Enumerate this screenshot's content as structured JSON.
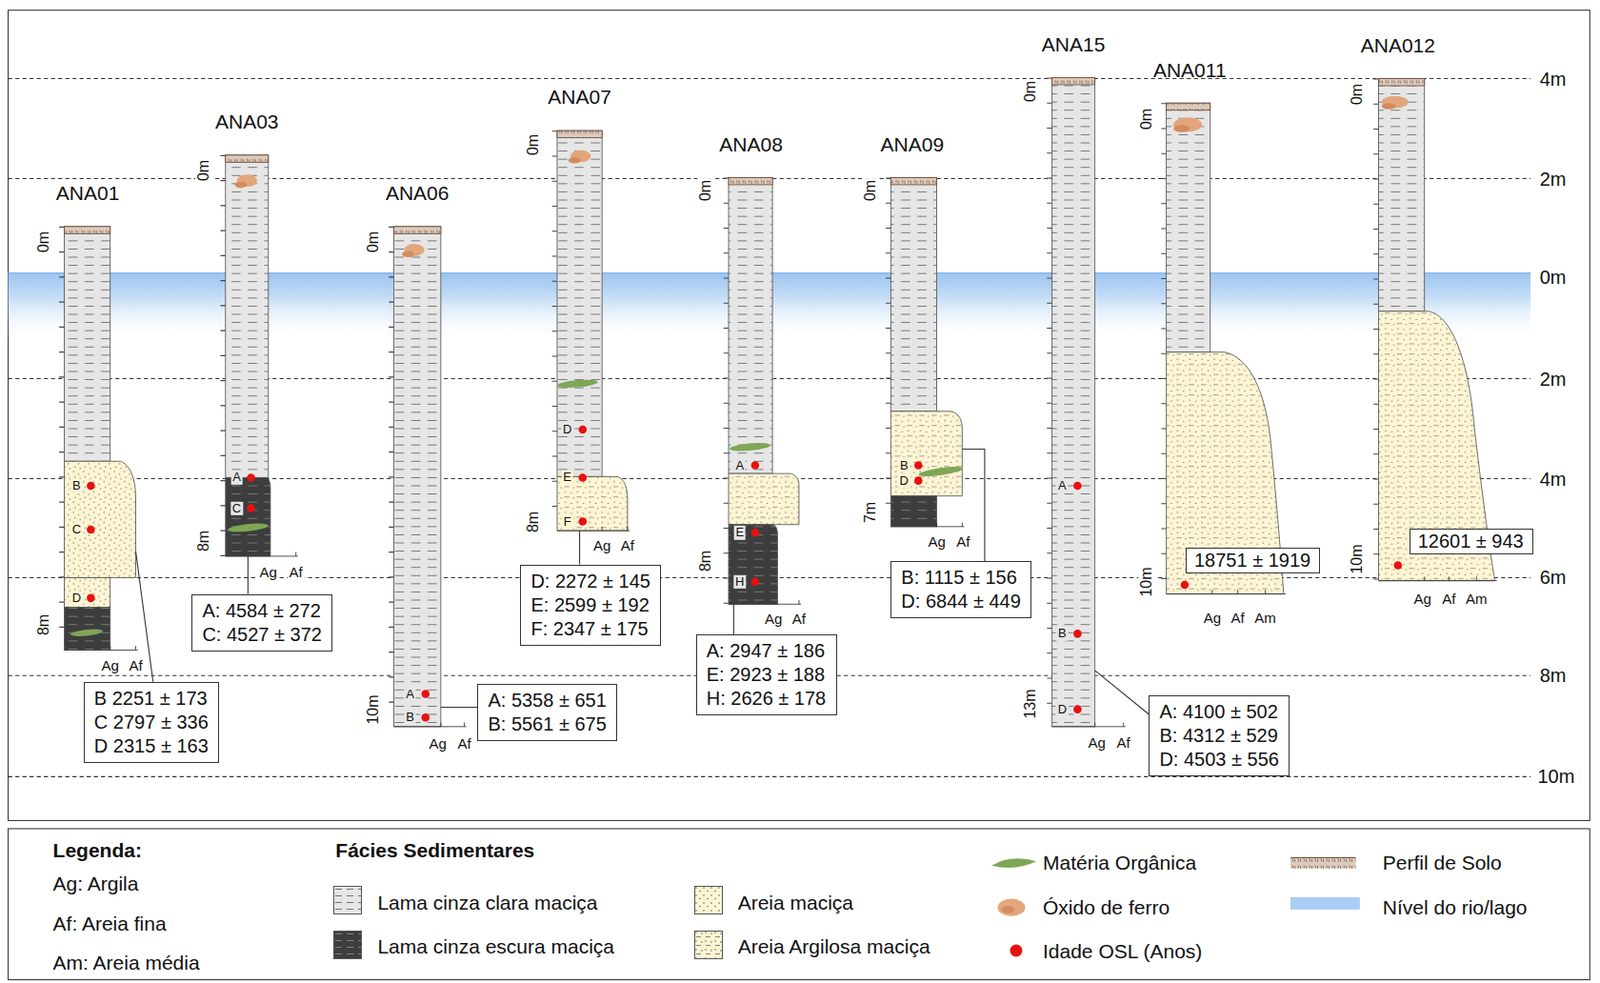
{
  "diagram": {
    "nodes": [
      {
        "text": [
          "ANA01"
        ]
      },
      {
        "text": [
          "B 2251 ± 173",
          "C 2797 ± 336",
          "D 2315 ± 163"
        ]
      },
      {
        "text": [
          "ANA03"
        ]
      },
      {
        "text": [
          "A: 4584 ± 272",
          "C: 4527 ± 372"
        ]
      },
      {
        "text": [
          "ANA06"
        ]
      },
      {
        "text": [
          "A: 5358 ± 651",
          "B: 5561 ± 675"
        ]
      },
      {
        "text": [
          "ANA07"
        ]
      },
      {
        "text": [
          "D: 2272 ± 145",
          "E: 2599 ± 192",
          "F: 2347 ± 175"
        ]
      },
      {
        "text": [
          "ANA08"
        ]
      },
      {
        "text": [
          "A: 2947 ± 186",
          "E: 2923 ± 188",
          "H: 2626 ± 178"
        ]
      },
      {
        "text": [
          "ANA09"
        ]
      },
      {
        "text": [
          "B: 1115 ± 156",
          "D: 6844 ± 449"
        ]
      },
      {
        "text": [
          "ANA15"
        ]
      },
      {
        "text": [
          "A: 4100 ± 502",
          "B: 4312 ± 529",
          "D: 4503 ± 556"
        ]
      },
      {
        "text": [
          "ANA011"
        ]
      },
      {
        "text": [
          "18751 ± 1919"
        ]
      },
      {
        "text": [
          "ANA012"
        ]
      },
      {
        "text": [
          "12601 ± 943"
        ]
      }
    ],
    "edges": [
      {
        "from": 0,
        "to": 1,
        "arrow": "none"
      },
      {
        "from": 2,
        "to": 3,
        "arrow": "none"
      },
      {
        "from": 4,
        "to": 5,
        "arrow": "none"
      },
      {
        "from": 6,
        "to": 7,
        "arrow": "none"
      },
      {
        "from": 8,
        "to": 9,
        "arrow": "none"
      },
      {
        "from": 10,
        "to": 11,
        "arrow": "none"
      },
      {
        "from": 12,
        "to": 13,
        "arrow": "none"
      }
    ],
    "labels": [
      "0m",
      "B",
      "C",
      "D",
      "8m",
      "Ag",
      "Af",
      "0m",
      "A",
      "C",
      "8m",
      "Ag",
      "Af",
      "0m",
      "A",
      "B",
      "10m",
      "Ag",
      "Af",
      "0m",
      "D",
      "E",
      "F",
      "8m",
      "Ag",
      "Af",
      "0m",
      "A",
      "E",
      "H",
      "8m",
      "Ag",
      "Af",
      "0m",
      "B",
      "D",
      "7m",
      "Ag",
      "Af",
      "0m",
      "A",
      "B",
      "D",
      "13m",
      "Ag",
      "Af",
      "0m",
      "10m",
      "Ag",
      "Af",
      "Am",
      "0m",
      "10m",
      "Ag",
      "Af",
      "Am",
      "4m",
      "2m",
      "0m",
      "2m",
      "4m",
      "6m",
      "8m",
      "10m",
      "Legenda:",
      "Ag: Argila",
      "Af: Areia fina",
      "Am: Areia média",
      "Fácies Sedimentares"
    ],
    "legend": [
      {
        "text": "Lama cinza clara maciça",
        "color": "#e6e6e6"
      },
      {
        "text": "Lama cinza escura maciça",
        "color": "#3d3d3d"
      },
      {
        "text": "Areia maciça",
        "color": "#fdf5d3"
      },
      {
        "text": "Areia Argilosa maciça",
        "color": "#fdf5d3"
      },
      {
        "text": "Matéria Orgânica",
        "color": "#7fa655"
      },
      {
        "text": "Óxido de ferro",
        "color": "#e3a67c"
      },
      {
        "text": "Idade OSL (Anos)",
        "color": "#e8110f"
      },
      {
        "text": "Perfil de Solo"
      },
      {
        "text": "Nível do rio/lago",
        "color": "#a9cdf5"
      }
    ]
  }
}
